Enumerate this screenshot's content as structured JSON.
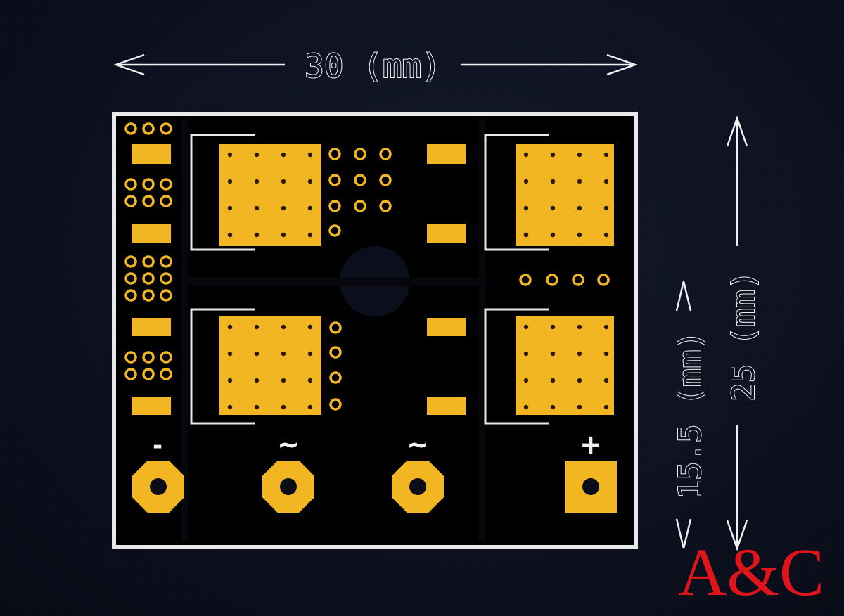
{
  "dimensions": {
    "width_label": "30 (mm)",
    "height_label": "25 (mm)",
    "mid_height_label": "15.5 (mm)"
  },
  "terminals": [
    {
      "label": "-",
      "shape": "octagon"
    },
    {
      "label": "~",
      "shape": "octagon"
    },
    {
      "label": "~",
      "shape": "octagon"
    },
    {
      "label": "+",
      "shape": "square"
    }
  ],
  "brand": {
    "text": "A&C"
  },
  "colors": {
    "background": "#0d1120",
    "board": "#000000",
    "outline": "#e9e9e9",
    "copper": "#f2b623",
    "brand": "#e0141b"
  }
}
